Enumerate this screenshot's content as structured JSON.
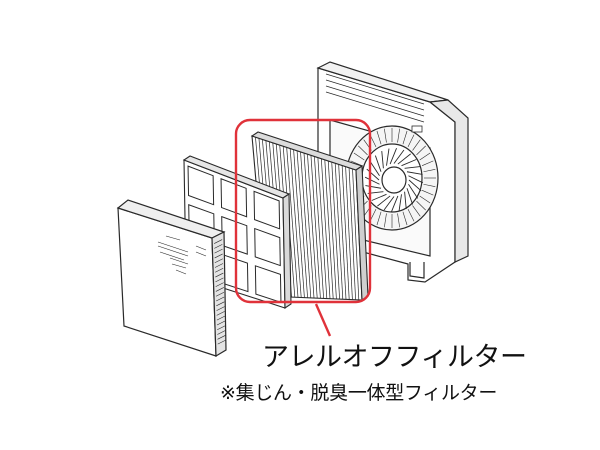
{
  "callout": {
    "title": "アレルオフフィルター",
    "subtitle": "※集じん・脱臭一体型フィルター",
    "highlight_color": "#e0323a"
  },
  "parts": [
    {
      "name": "front-panel"
    },
    {
      "name": "pre-filter-frame"
    },
    {
      "name": "allergen-filter"
    },
    {
      "name": "main-unit"
    }
  ],
  "colors": {
    "line": "#2a2a2a",
    "fill_light": "#ffffff",
    "fill_shade": "#ececec"
  }
}
